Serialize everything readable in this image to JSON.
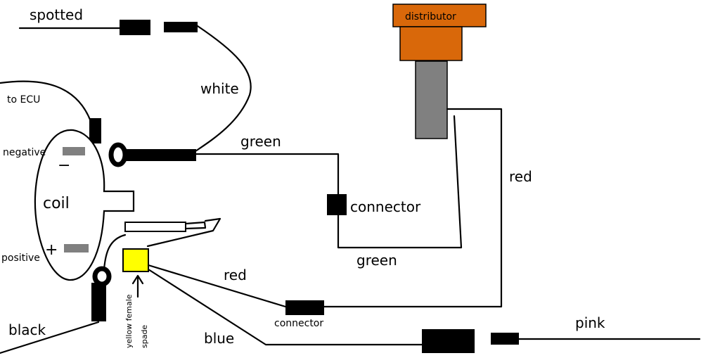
{
  "diagram": {
    "distributor_label": "distributor",
    "coil_label": "coil",
    "negative_label": "negative",
    "positive_label": "positive",
    "minus_sign": "−",
    "plus_sign": "+",
    "to_ecu_label": "to ECU",
    "wires": {
      "spotted": "spotted",
      "white": "white",
      "green_top": "green",
      "green_bottom": "green",
      "red_right": "red",
      "red_lower": "red",
      "blue": "blue",
      "pink": "pink",
      "black": "black"
    },
    "connector_label_large": "connector",
    "connector_label_small": "connector",
    "yellow_spade_label_line1": "yellow female",
    "yellow_spade_label_line2": "spade"
  },
  "colors": {
    "distributor_cap": "#d9680a",
    "distributor_body": "#808080",
    "coil_terminal": "#808080",
    "yellow_spade": "#ffff00",
    "wire": "#000000"
  }
}
